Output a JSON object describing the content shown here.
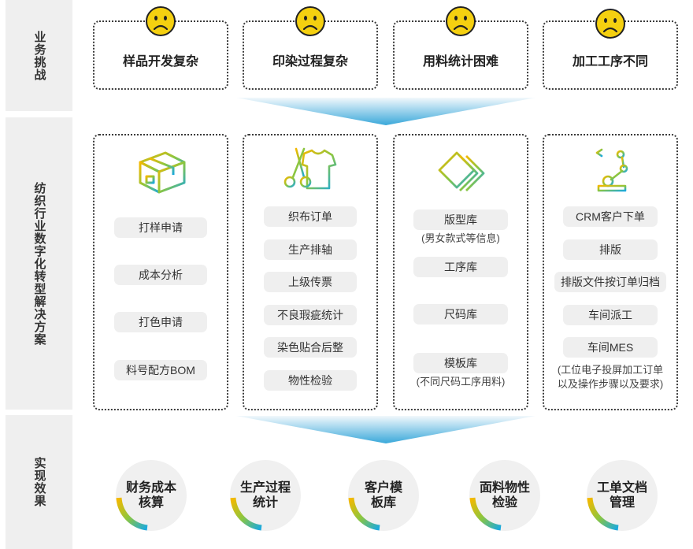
{
  "sidebar": {
    "challenges": "业务挑战",
    "solution": "纺织行业数字化转型解决方案",
    "results": "实现效果"
  },
  "challenges": [
    {
      "label": "样品开发复杂"
    },
    {
      "label": "印染过程复杂"
    },
    {
      "label": "用料统计困难"
    },
    {
      "label": "加工工序不同"
    }
  ],
  "solutions": [
    {
      "icon": "box-icon",
      "items": [
        "打样申请",
        "成本分析",
        "打色申请",
        "料号配方BOM"
      ]
    },
    {
      "icon": "scissors-shirt-icon",
      "items": [
        "织布订单",
        "生产排轴",
        "上级传票",
        "不良瑕疵统计",
        "染色贴合后整",
        "物性检验"
      ]
    },
    {
      "icon": "layers-icon",
      "items": [
        "版型库",
        "工序库",
        "尺码库",
        "模板库"
      ],
      "notes": [
        "(男女款式等信息)",
        "(不同尺码工序用料)"
      ]
    },
    {
      "icon": "robot-arm-icon",
      "items": [
        "CRM客户下单",
        "排版",
        "排版文件按订单归档",
        "车间派工",
        "车间MES"
      ],
      "notes": [
        "(工位电子投屏加工订单",
        "以及操作步骤以及要求)"
      ]
    }
  ],
  "results": [
    {
      "line1": "财务成本",
      "line2": "核算"
    },
    {
      "line1": "生产过程",
      "line2": "统计"
    },
    {
      "line1": "客户模",
      "line2": "板库"
    },
    {
      "line1": "面料物性",
      "line2": "检验"
    },
    {
      "line1": "工单文档",
      "line2": "管理"
    }
  ],
  "colors": {
    "face": "#f5d010",
    "funnel_top": "#eef6fb",
    "funnel_bottom": "#2aa3d6",
    "accent_yellow": "#f5b800",
    "accent_green": "#8cc63f",
    "accent_blue": "#1aa9e0"
  }
}
